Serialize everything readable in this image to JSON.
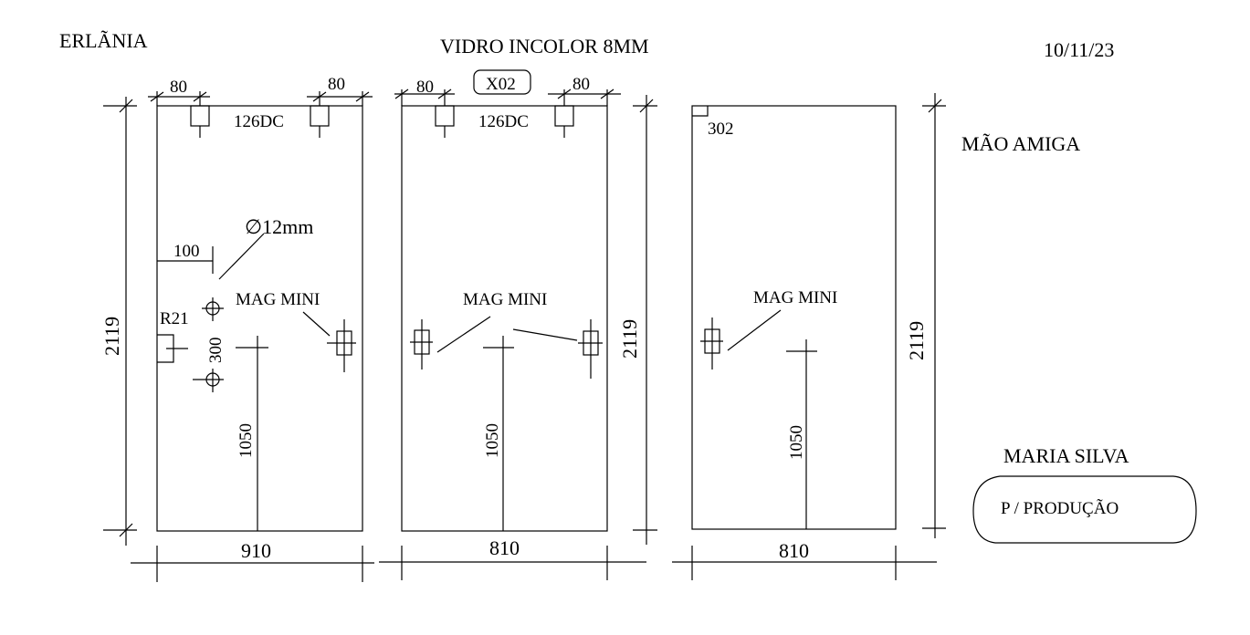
{
  "header": {
    "client": "ERLÃNIA",
    "glass": "VIDRO INCOLOR 8MM",
    "date": "10/11/23",
    "code": "X02"
  },
  "side": {
    "label_top": "MÃO AMIGA",
    "name": "MARIA SILVA",
    "production": "P / PRODUÇÃO"
  },
  "panel1": {
    "top_left_offset": "80",
    "top_right_offset": "80",
    "hinge": "126DC",
    "hole": "∅12mm",
    "edge_offset": "100",
    "radius": "R21",
    "hole_spacing": "300",
    "mag": "MAG MINI",
    "height_mark": "1050",
    "height": "2119",
    "width": "910"
  },
  "panel2": {
    "top_left_offset": "80",
    "top_right_offset": "80",
    "hinge": "126DC",
    "mag": "MAG MINI",
    "height_mark": "1050",
    "height": "2119",
    "width": "810"
  },
  "panel3": {
    "corner": "302",
    "mag": "MAG MINI",
    "height_mark": "1050",
    "height": "2119",
    "width": "810"
  }
}
